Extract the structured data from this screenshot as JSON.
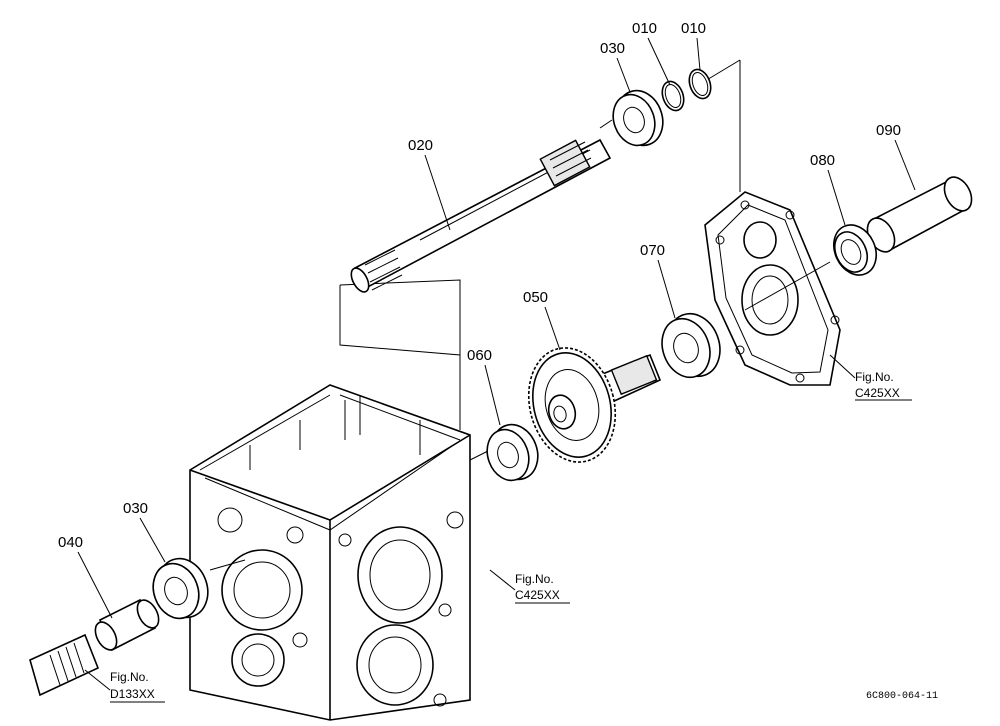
{
  "labels": {
    "p010a": "010",
    "p010b": "010",
    "p030a": "030",
    "p020": "020",
    "p090": "090",
    "p080": "080",
    "p070": "070",
    "p050": "050",
    "p060": "060",
    "p030b": "030",
    "p040": "040"
  },
  "refs": {
    "right_top": "Fig.No.",
    "right_code": "C425XX",
    "mid_top": "Fig.No.",
    "mid_code": "C425XX",
    "left_top": "Fig.No.",
    "left_code": "D133XX"
  },
  "drawing_code": "6C800-064-11"
}
